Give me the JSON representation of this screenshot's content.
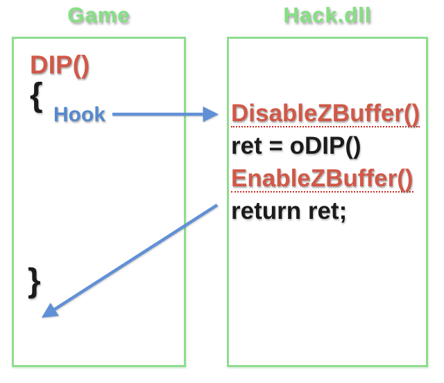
{
  "colors": {
    "background": "#ffffff",
    "panel_border_green": "#8edc8e",
    "title_green": "#85e083",
    "code_red": "#d15848",
    "code_black": "#1b1b1b",
    "hook_blue": "#5488cd",
    "arrow_blue": "#6090d6",
    "underline_red": "#c2271a"
  },
  "game_panel": {
    "title": "Game",
    "function_name": "DIP()",
    "open_brace": "{",
    "hook_label": "Hook",
    "close_brace": "}"
  },
  "hack_panel": {
    "title": "Hack.dll",
    "lines": [
      {
        "text": "DisableZBuffer()",
        "emphasis": "red-underlined"
      },
      {
        "text": "ret = oDIP()",
        "emphasis": "plain"
      },
      {
        "text": "EnableZBuffer()",
        "emphasis": "red-underlined"
      },
      {
        "text": "return ret;",
        "emphasis": "plain"
      }
    ]
  },
  "arrows": [
    {
      "name": "hook-arrow"
    },
    {
      "name": "return-arrow"
    }
  ]
}
